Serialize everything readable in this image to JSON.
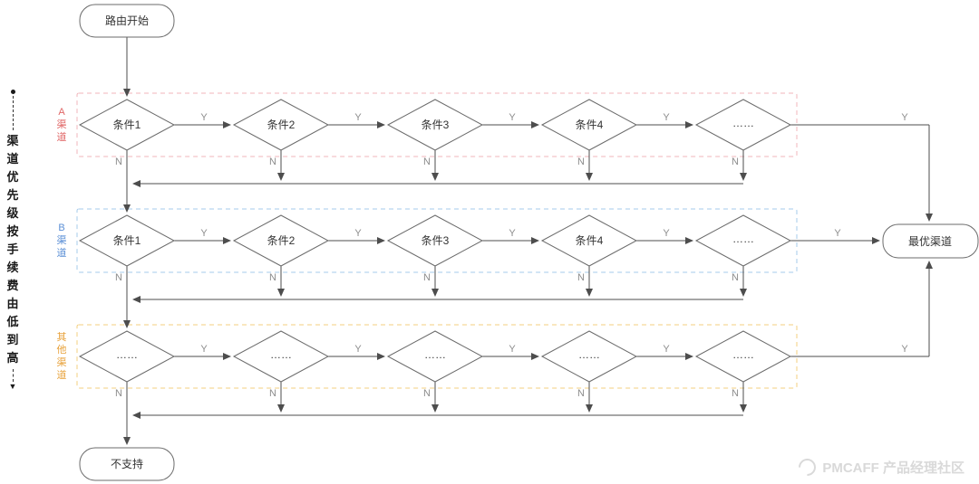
{
  "nodes": {
    "start": "路由开始",
    "best": "最优渠道",
    "unsupported": "不支持"
  },
  "edge_labels": {
    "yes": "Y",
    "no": "N"
  },
  "side_note": "渠道优先级按手续费由低到高",
  "rows": [
    {
      "name": "A渠道",
      "label_color": "#e06666",
      "border_color": "#f0b6bb",
      "conditions": [
        "条件1",
        "条件2",
        "条件3",
        "条件4",
        "……"
      ]
    },
    {
      "name": "B渠道",
      "label_color": "#5b8fd6",
      "border_color": "#a6cbeb",
      "conditions": [
        "条件1",
        "条件2",
        "条件3",
        "条件4",
        "……"
      ]
    },
    {
      "name": "其他渠道",
      "label_color": "#e8a33d",
      "border_color": "#f3cf7f",
      "conditions": [
        "……",
        "……",
        "……",
        "……",
        "……"
      ]
    }
  ],
  "watermark": "PMCAFF 产品经理社区"
}
